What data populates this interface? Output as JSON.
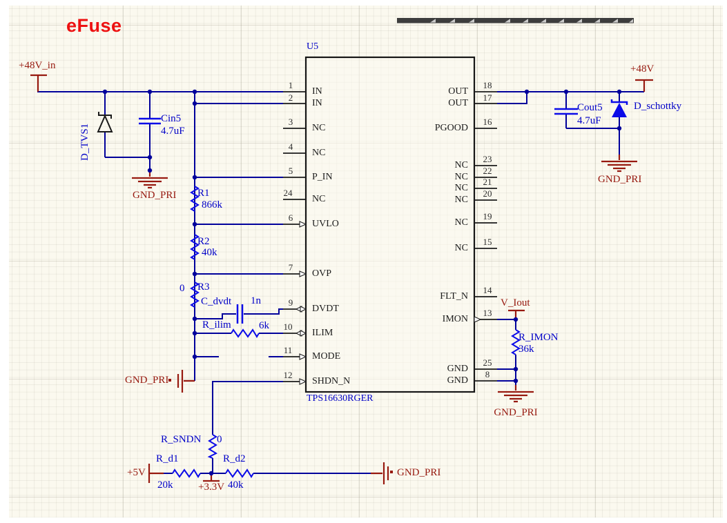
{
  "title": "eFuse",
  "ic": {
    "designator": "U5",
    "part": "TPS16630RGER",
    "left_pins": [
      {
        "num": "1",
        "name": "IN"
      },
      {
        "num": "2",
        "name": "IN"
      },
      {
        "num": "3",
        "name": "NC"
      },
      {
        "num": "4",
        "name": "NC"
      },
      {
        "num": "5",
        "name": "P_IN"
      },
      {
        "num": "24",
        "name": "NC"
      },
      {
        "num": "6",
        "name": "UVLO"
      },
      {
        "num": "7",
        "name": "OVP"
      },
      {
        "num": "9",
        "name": "DVDT"
      },
      {
        "num": "10",
        "name": "ILIM"
      },
      {
        "num": "11",
        "name": "MODE"
      },
      {
        "num": "12",
        "name": "SHDN_N"
      }
    ],
    "right_pins": [
      {
        "num": "18",
        "name": "OUT"
      },
      {
        "num": "17",
        "name": "OUT"
      },
      {
        "num": "16",
        "name": "PGOOD"
      },
      {
        "num": "23",
        "name": "NC"
      },
      {
        "num": "22",
        "name": "NC"
      },
      {
        "num": "21",
        "name": "NC"
      },
      {
        "num": "20",
        "name": "NC"
      },
      {
        "num": "19",
        "name": "NC"
      },
      {
        "num": "15",
        "name": "NC"
      },
      {
        "num": "14",
        "name": "FLT_N"
      },
      {
        "num": "13",
        "name": "IMON"
      },
      {
        "num": "25",
        "name": "GND"
      },
      {
        "num": "8",
        "name": "GND"
      }
    ]
  },
  "components": {
    "d_tvs1": {
      "designator": "D_TVS1"
    },
    "cin5": {
      "designator": "Cin5",
      "value": "4.7uF"
    },
    "r1": {
      "designator": "R1",
      "value": "866k"
    },
    "r2": {
      "designator": "R2",
      "value": "40k"
    },
    "r3": {
      "designator": "R3",
      "value": "0"
    },
    "c_dvdt": {
      "designator": "C_dvdt",
      "value": "1n"
    },
    "r_ilim": {
      "designator": "R_ilim",
      "value": "6k"
    },
    "r_sndn": {
      "designator": "R_SNDN",
      "value": "0"
    },
    "r_d1": {
      "designator": "R_d1",
      "value": "20k"
    },
    "r_d2": {
      "designator": "R_d2",
      "value": "40k"
    },
    "cout5": {
      "designator": "Cout5",
      "value": "4.7uF"
    },
    "d_schottky": {
      "designator": "D_schottky"
    },
    "r_imon": {
      "designator": "R_IMON",
      "value": "36k"
    }
  },
  "power": {
    "vin": "+48V_in",
    "vout": "+48V",
    "v5": "+5V",
    "v33": "+3.3V",
    "viout": "V_Iout",
    "gnd_in": "GND_PRI",
    "gnd_mid": "GND_PRI",
    "gnd_out": "GND_PRI",
    "gnd_imon": "GND_PRI",
    "gnd_bottom": "GND_PRI"
  },
  "colors": {
    "wire": "#00009B",
    "symbol": "#0B0BE8",
    "power_object": "#97190F",
    "title_red": "#ED1111",
    "sheet": "#FBF9EF"
  }
}
